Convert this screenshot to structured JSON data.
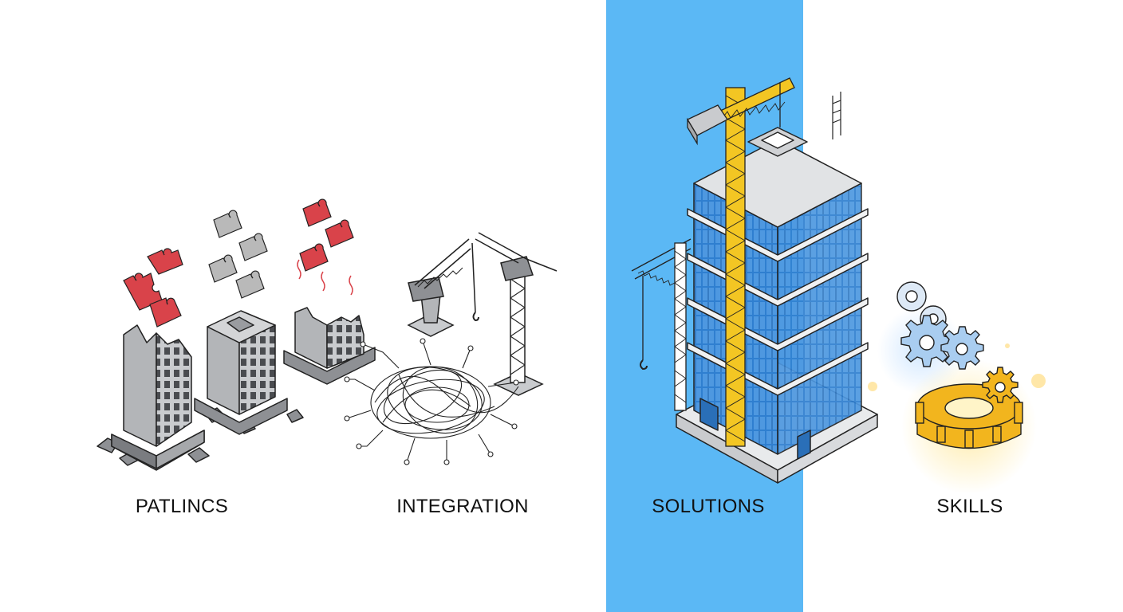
{
  "labels": {
    "patlincs": "PATLINCS",
    "integration": "INTEGRATION",
    "solutions": "SOLUTIONS",
    "skills": "SKILLS"
  },
  "colors": {
    "band": "#5bb8f5",
    "puzzle_red": "#d9434a",
    "puzzle_grey": "#b9b9b9",
    "building_grey": "#9ea0a3",
    "glass_blue": "#2f7fd0",
    "crane_yellow": "#f3c623",
    "gear_blue": "#a9cdf0",
    "gear_gold": "#f2b51e"
  },
  "icons": [
    "broken-buildings-icon",
    "puzzle-pieces-icon",
    "cranes-icon",
    "tangled-wires-icon",
    "skyscraper-icon",
    "tower-crane-icon",
    "gears-icon"
  ]
}
